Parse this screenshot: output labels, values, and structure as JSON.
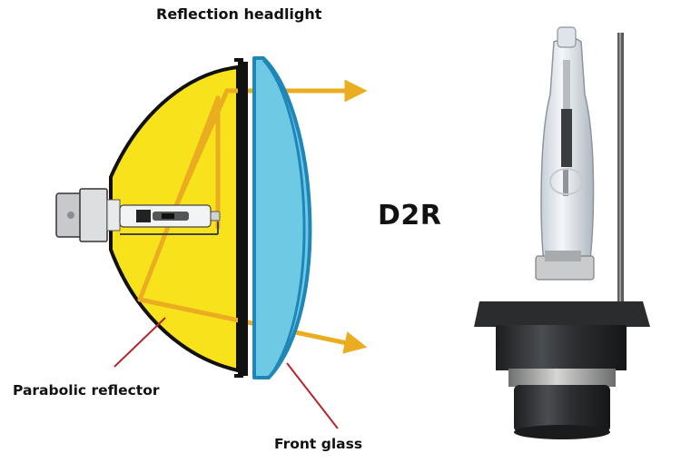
{
  "title": "Reflection headlight",
  "model": "D2R",
  "labels": {
    "parabolic_reflector": "Parabolic reflector",
    "front_glass": "Front glass"
  },
  "icons": {
    "headlight": "headlight-cross-section-icon",
    "bulb": "xenon-bulb-icon"
  },
  "colors": {
    "reflector_fill": "#f7e21b",
    "glass_fill": "#6ec9e4",
    "glass_stroke": "#1f86b8",
    "light_ray": "#e9ad1f",
    "pointer_line": "#b3262b",
    "outline": "#111111",
    "bulb_base": "#2a2c2e"
  }
}
